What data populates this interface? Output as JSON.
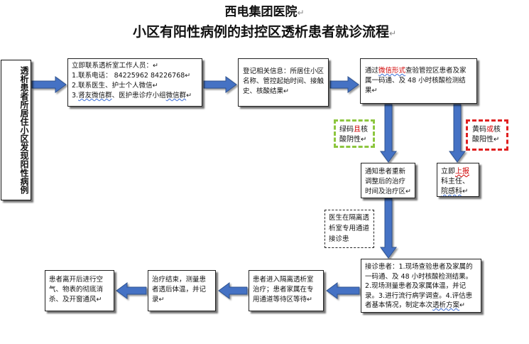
{
  "title": {
    "line1": "西电集团医院",
    "line2": "小区有阳性病例的封控区透析患者就诊流程",
    "mark": "↵"
  },
  "start_box": {
    "text": "透析患者所居住小区发现阳性病例",
    "mark": "↵"
  },
  "contact_box": {
    "line1": "立即联系透析室工作人员：↵",
    "line2": "1.联系电话：  84225962         84226768↵",
    "line3": "2.联系医生、护士个人微信↵",
    "line4a": "3.",
    "line4b": "肾友微信群",
    "line4c": "、医护患诊疗小组",
    "line4d": "微信群",
    "line4e": "↵"
  },
  "register_box": {
    "text": "登记相关信息：所居住小区名称、管控起始时间、接触史、核酸结果↵"
  },
  "check_box": {
    "a": "通过",
    "b": "微信形式",
    "c": "查验管控区患者及家属一码通、及 48 小时核酸检测结果↵"
  },
  "green_label": {
    "a": "绿码",
    "b": "且",
    "c": "核酸阴性↵"
  },
  "red_label": {
    "a": "黄码",
    "b": "或",
    "c": "核酸阳性↵"
  },
  "notify_box": {
    "text": "通知患者重新调整后的治疗时间及治疗区↵"
  },
  "report_box": {
    "a": "立即",
    "b": "上报",
    "c": "科主任、",
    "d": "院感科",
    "e": "↵"
  },
  "doctor_note": {
    "text": "医生在隔离透析室专用通道接诊患"
  },
  "receive_box": {
    "a": "接诊患者：1.现场查验患者及家属的一码通、及 48 小时核酸检测结果。2.现场测量患者及家属体温，并记录。3.进行流行病学调查。4.评估患者基本情况，制定本次",
    "b": "透析方案",
    "c": "↵"
  },
  "isolation_box": {
    "text": "患者进入隔离透析室治疗；患者家属在专用通道等待区等待↵"
  },
  "end_treatment_box": {
    "text": "治疗结束，测量患者透后体温，并记录↵"
  },
  "leave_box": {
    "text": "患者离开后进行空气、物表的彻底消杀、及开窗通风↵"
  },
  "colors": {
    "arrow": "#4472c4",
    "arrow_stroke": "#2f528f",
    "green": "#8dc63f",
    "red": "#e02020"
  }
}
